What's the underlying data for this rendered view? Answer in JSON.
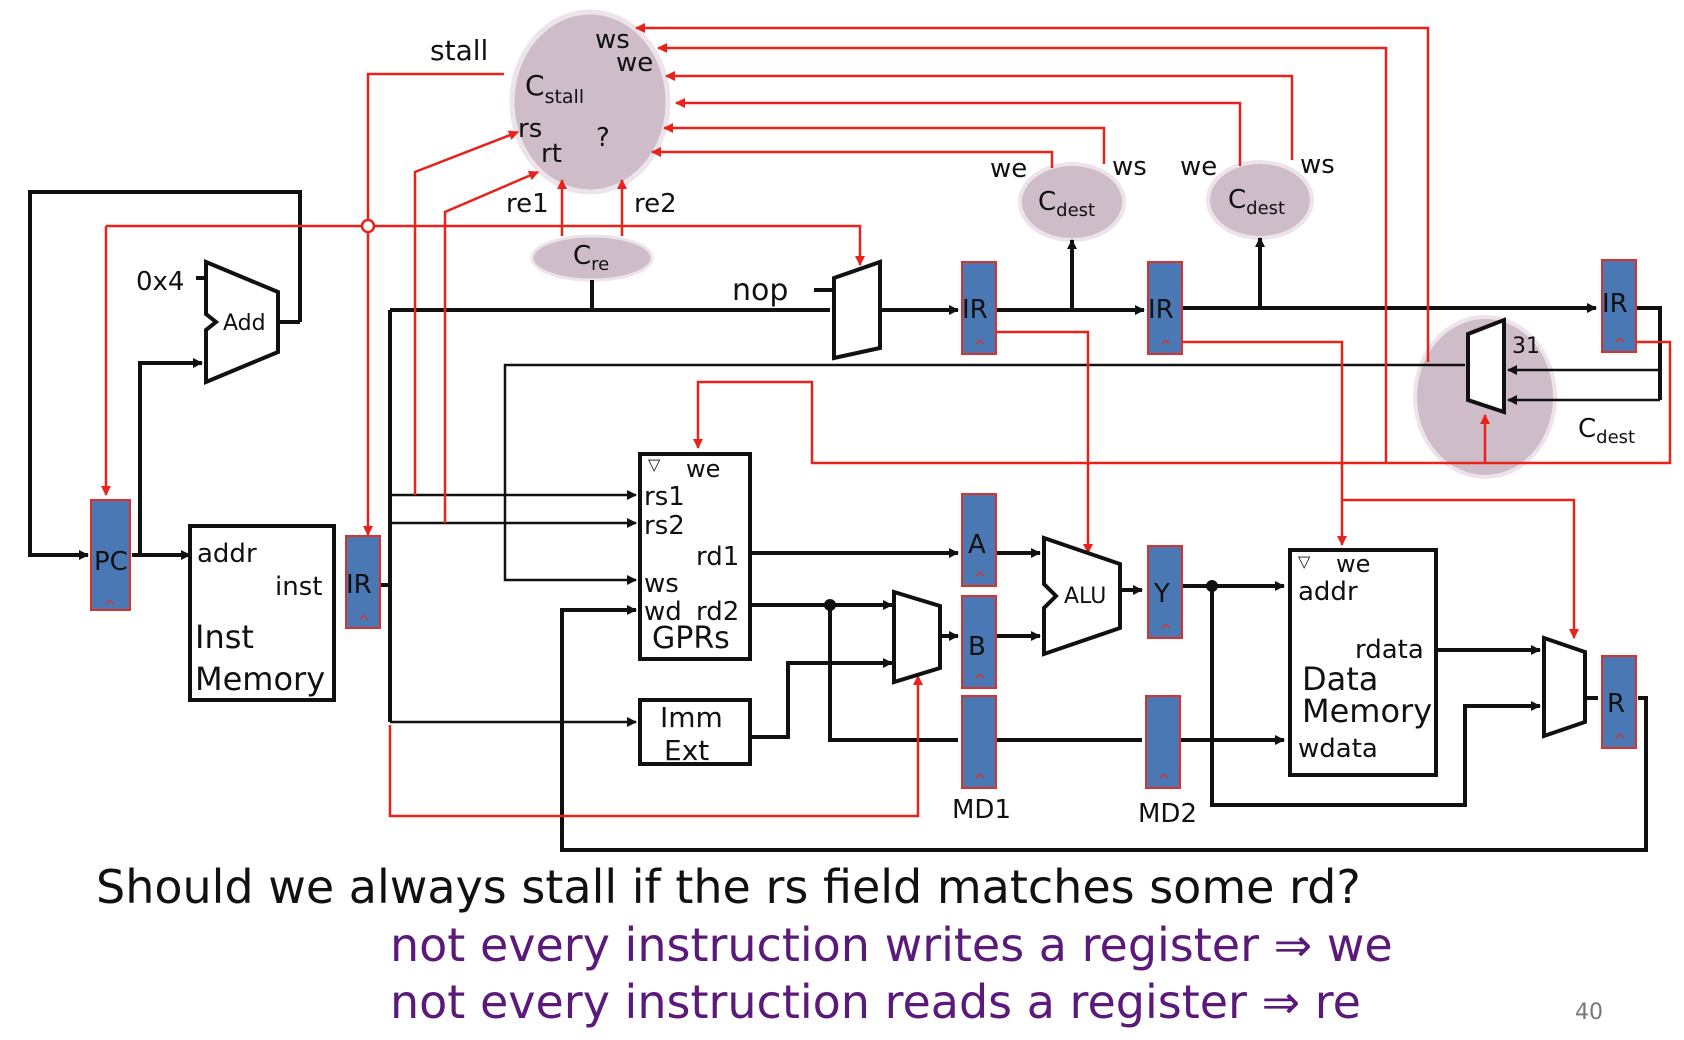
{
  "colors": {
    "control_red": "#e8231c",
    "wire_black": "#111111",
    "register_blue": "#4a78b5",
    "register_border": "#d7322c",
    "control_bubble": "#cfbcc9",
    "bubble_border": "#ece4ea",
    "answer_purple": "#5b1a7a"
  },
  "cstall": {
    "label_main": "C",
    "label_sub": "stall",
    "ws": "ws",
    "we": "we",
    "rs": "rs",
    "rt": "rt",
    "question": "?",
    "stall": "stall",
    "re1": "re1",
    "re2": "re2"
  },
  "cre": {
    "label_main": "C",
    "label_sub": "re"
  },
  "cdest1": {
    "label_main": "C",
    "label_sub": "dest",
    "we": "we",
    "ws": "ws"
  },
  "cdest2": {
    "label_main": "C",
    "label_sub": "dest",
    "we": "we",
    "ws": "ws"
  },
  "cdest3": {
    "label_main": "C",
    "label_sub": "dest",
    "num": "31"
  },
  "adder": {
    "const": "0x4",
    "label": "Add"
  },
  "nop": "nop",
  "registers": {
    "pc": "PC",
    "ir_fetch": "IR",
    "ir_decode": "IR",
    "ir_exec": "IR",
    "ir_wb": "IR",
    "a": "A",
    "b": "B",
    "md1": "MD1",
    "y": "Y",
    "md2": "MD2",
    "r": "R"
  },
  "inst_memory": {
    "addr": "addr",
    "inst": "inst",
    "name1": "Inst",
    "name2": "Memory"
  },
  "gprs": {
    "we": "we",
    "rs1": "rs1",
    "rs2": "rs2",
    "rd1": "rd1",
    "ws": "ws",
    "wd": "wd",
    "rd2": "rd2",
    "name": "GPRs"
  },
  "imm_ext": {
    "line1": "Imm",
    "line2": "Ext"
  },
  "alu": "ALU",
  "data_memory": {
    "we": "we",
    "addr": "addr",
    "rdata": "rdata",
    "name1": "Data",
    "name2": "Memory",
    "wdata": "wdata"
  },
  "clock_symbol": "▽",
  "reg_tick": "^",
  "text": {
    "question": "Should we always stall if the rs field matches some rd?",
    "answer1": "not every instruction writes a register ⇒ we",
    "answer2": "not every instruction reads a register  ⇒ re",
    "page_number": "40"
  }
}
